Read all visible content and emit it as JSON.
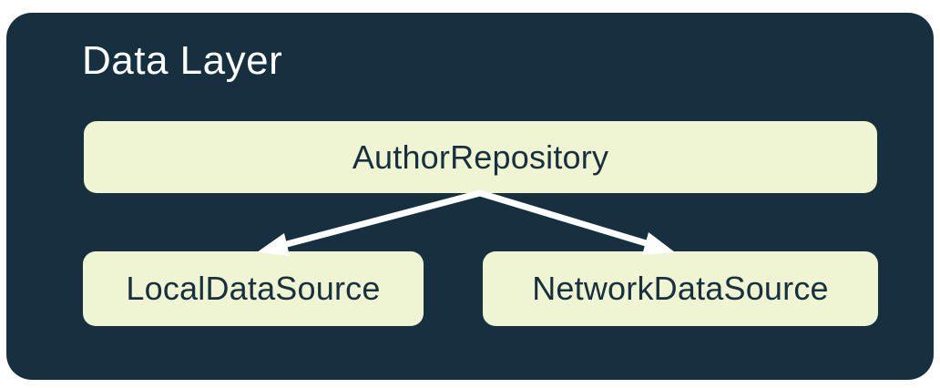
{
  "diagram": {
    "title": "Data Layer",
    "nodes": [
      {
        "id": "author-repository",
        "label": "AuthorRepository"
      },
      {
        "id": "local-data-source",
        "label": "LocalDataSource"
      },
      {
        "id": "network-data-source",
        "label": "NetworkDataSource"
      }
    ],
    "edges": [
      {
        "from": "AuthorRepository",
        "to": "LocalDataSource"
      },
      {
        "from": "AuthorRepository",
        "to": "NetworkDataSource"
      }
    ]
  },
  "colors": {
    "canvas_background": "#FFFFFF",
    "container_background": "#16303F",
    "node_background": "#EFF5D2",
    "node_text": "#16303F",
    "title_text": "#FFFFFF",
    "arrow": "#FFFFFF"
  }
}
